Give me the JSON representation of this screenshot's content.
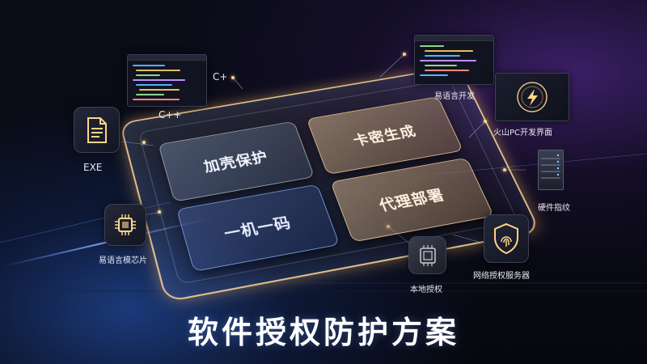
{
  "title": "软件授权防护方案",
  "cards": {
    "encrypt": "加壳保护",
    "card_gen": "卡密生成",
    "one_code": "一机一码",
    "agent": "代理部署"
  },
  "nodes": {
    "cpp_window": "C++",
    "cpp_short": "C+",
    "exe": "EXE",
    "yi_chip": "易语言模芯片",
    "yi_dev": "易语言开发",
    "huoshan": "火山PC开发界面",
    "hardware": "硬件指纹",
    "local": "本地授权",
    "network": "网络授权服务器"
  },
  "colors": {
    "accent_gold": "#ffd58a",
    "accent_blue": "#6a9cff",
    "background": "#07080f"
  }
}
